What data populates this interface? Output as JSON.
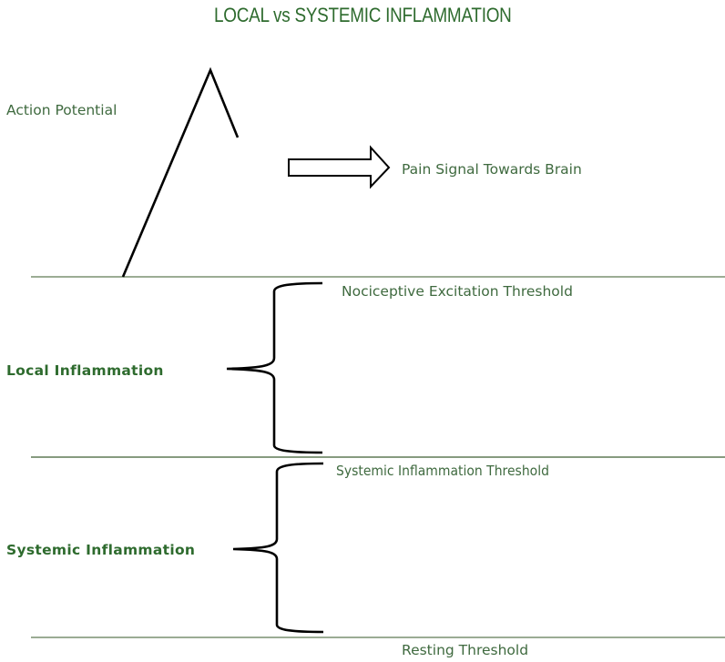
{
  "title": "LOCAL vs SYSTEMIC INFLAMMATION",
  "colors": {
    "title": "#2e6b2e",
    "label_text": "#3f6a3f",
    "threshold_line": "#7a9070",
    "stroke": "#000000"
  },
  "labels": {
    "action_potential": "Action Potential",
    "pain_signal": "Pain Signal Towards Brain",
    "nociceptive_threshold": "Nociceptive Excitation Threshold",
    "local_inflammation": "Local Inflammation",
    "systemic_threshold": "Systemic Inflammation Threshold",
    "systemic_inflammation": "Systemic Inflammation",
    "resting_threshold": "Resting Threshold"
  },
  "thresholds": [
    {
      "name": "Nociceptive Excitation Threshold",
      "order": 1
    },
    {
      "name": "Systemic Inflammation Threshold",
      "order": 2
    },
    {
      "name": "Resting Threshold",
      "order": 3
    }
  ],
  "zones": [
    {
      "name": "Local Inflammation",
      "between": [
        "Systemic Inflammation Threshold",
        "Nociceptive Excitation Threshold"
      ]
    },
    {
      "name": "Systemic Inflammation",
      "between": [
        "Resting Threshold",
        "Systemic Inflammation Threshold"
      ]
    }
  ],
  "icons": {
    "arrow": "hollow-right-arrow",
    "brace": "left-curly-brace"
  }
}
